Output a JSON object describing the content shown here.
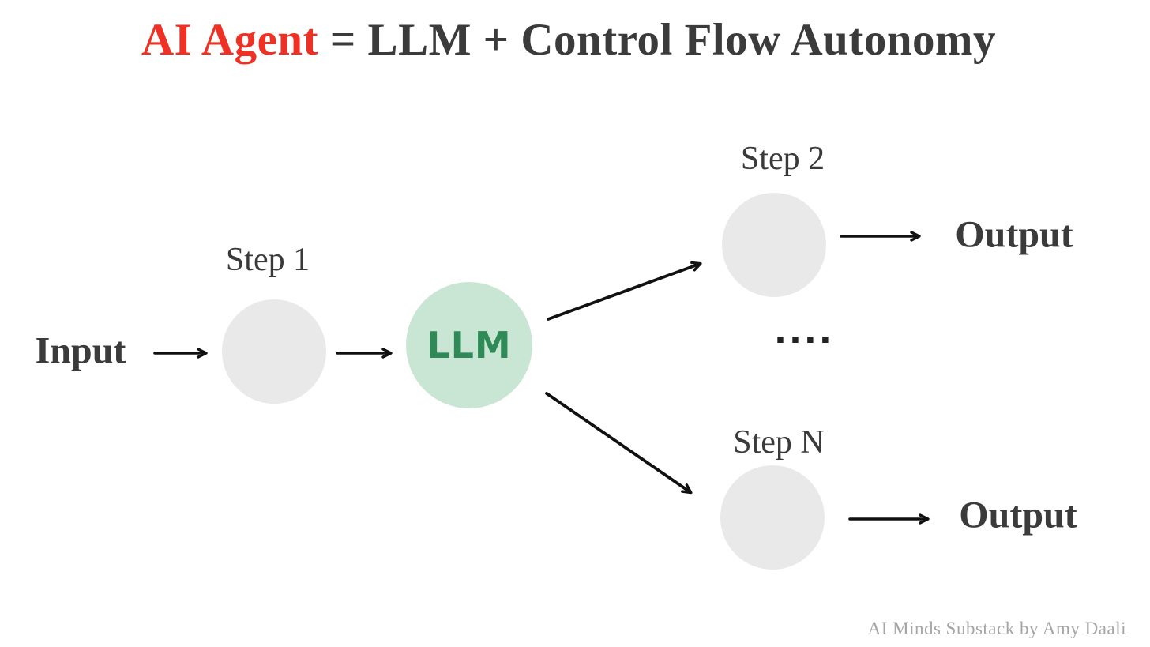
{
  "title": {
    "highlight": "AI Agent",
    "rest": " = LLM + Control Flow Autonomy"
  },
  "nodes": {
    "input_label": "Input",
    "step1_label": "Step 1",
    "llm_label": "LLM",
    "step2_label": "Step 2",
    "stepN_label": "Step N",
    "dots": "....",
    "output_top": "Output",
    "output_bottom": "Output"
  },
  "edges": [
    {
      "from": "input",
      "to": "step1"
    },
    {
      "from": "step1",
      "to": "llm"
    },
    {
      "from": "llm",
      "to": "step2"
    },
    {
      "from": "llm",
      "to": "stepN"
    },
    {
      "from": "step2",
      "to": "output-top"
    },
    {
      "from": "stepN",
      "to": "output-bottom"
    }
  ],
  "colors": {
    "title_highlight_red": "#ee3124",
    "title_dark": "#3b3b3b",
    "circle_gray": "#e9e9e9",
    "circle_green": "#c9e6d4",
    "llm_text_green": "#2e8a56",
    "arrow_black": "#111111",
    "attribution_gray": "#a5a5a5",
    "background": "#ffffff"
  },
  "attribution": "AI Minds Substack by Amy Daali"
}
